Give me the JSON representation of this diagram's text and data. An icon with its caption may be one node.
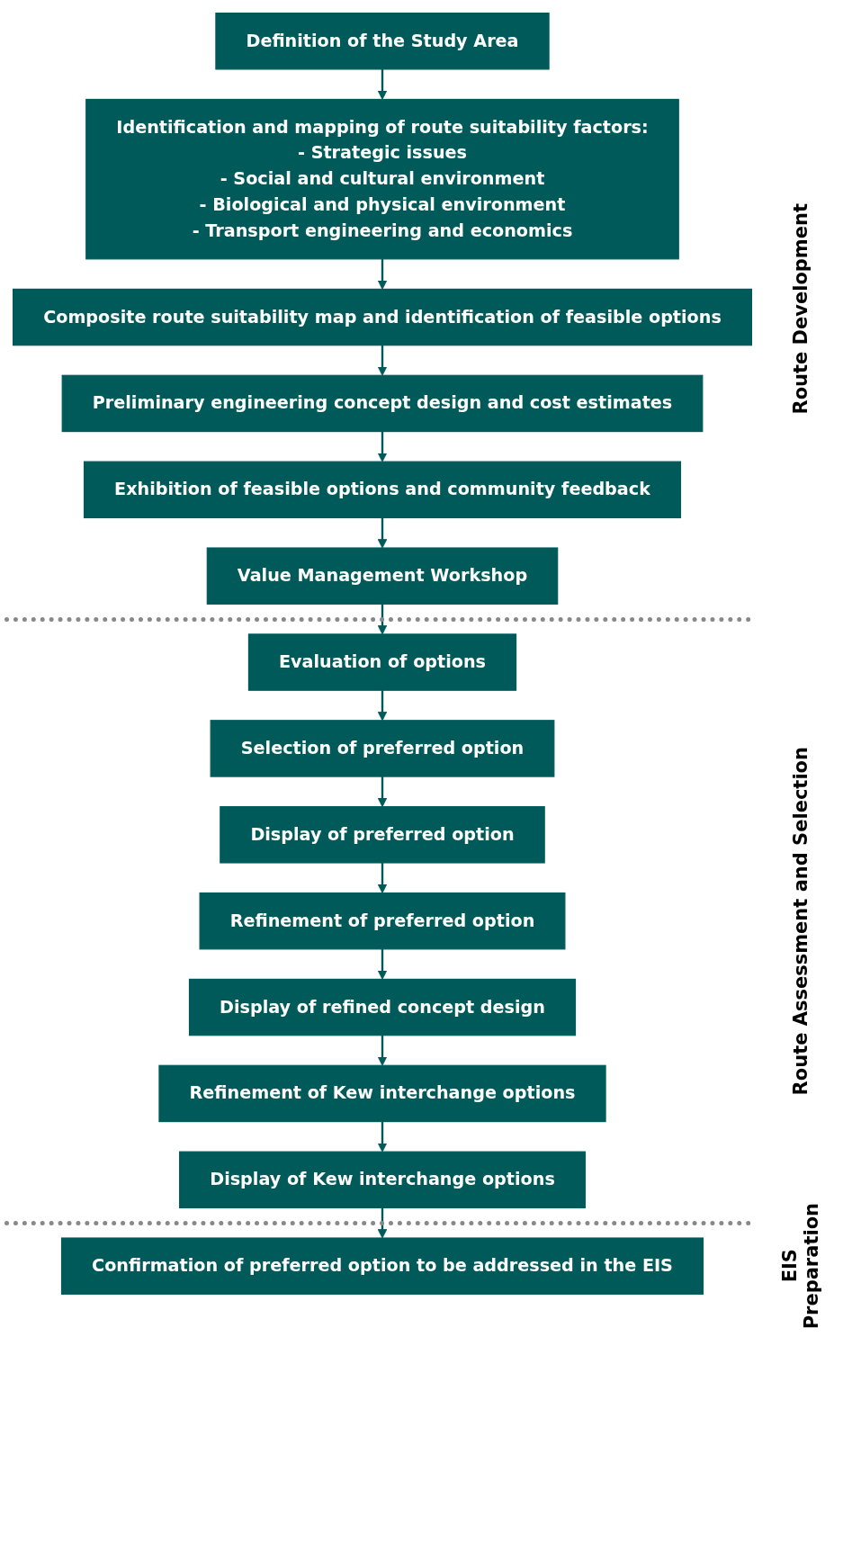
{
  "diagram": {
    "nodes": [
      {
        "text": [
          "Definition of the Study Area"
        ]
      },
      {
        "text": [
          "Identification and mapping of route suitability factors:",
          "- Strategic issues",
          "- Social and cultural environment",
          "- Biological and physical environment",
          "- Transport engineering and economics"
        ]
      },
      {
        "text": [
          "Composite route suitability map and identification of feasible options"
        ]
      },
      {
        "text": [
          "Preliminary engineering concept design and cost estimates"
        ]
      },
      {
        "text": [
          "Exhibition of feasible options and community feedback"
        ]
      },
      {
        "text": [
          "Value Management Workshop"
        ]
      },
      {
        "text": [
          "Evaluation of options"
        ]
      },
      {
        "text": [
          "Selection of preferred option"
        ]
      },
      {
        "text": [
          "Display of preferred option"
        ]
      },
      {
        "text": [
          "Refinement of preferred option"
        ]
      },
      {
        "text": [
          "Display of refined concept design"
        ]
      },
      {
        "text": [
          "Refinement of Kew interchange options"
        ]
      },
      {
        "text": [
          "Display of Kew interchange options"
        ]
      },
      {
        "text": [
          "Confirmation of preferred option to be addressed in the EIS"
        ]
      }
    ],
    "edges": [
      {
        "from": 0,
        "to": 1,
        "arrow": "to"
      },
      {
        "from": 1,
        "to": 2,
        "arrow": "to"
      },
      {
        "from": 2,
        "to": 3,
        "arrow": "to"
      },
      {
        "from": 3,
        "to": 4,
        "arrow": "to"
      },
      {
        "from": 4,
        "to": 5,
        "arrow": "to"
      },
      {
        "from": 5,
        "to": 6,
        "arrow": "to"
      },
      {
        "from": 6,
        "to": 7,
        "arrow": "to"
      },
      {
        "from": 7,
        "to": 8,
        "arrow": "to"
      },
      {
        "from": 8,
        "to": 9,
        "arrow": "to"
      },
      {
        "from": 9,
        "to": 10,
        "arrow": "to"
      },
      {
        "from": 10,
        "to": 11,
        "arrow": "to"
      },
      {
        "from": 11,
        "to": 12,
        "arrow": "to"
      },
      {
        "from": 12,
        "to": 13,
        "arrow": "to"
      }
    ],
    "labels": [
      "Route Development",
      "Route Assessment and Selection",
      "EIS Preparation"
    ]
  }
}
